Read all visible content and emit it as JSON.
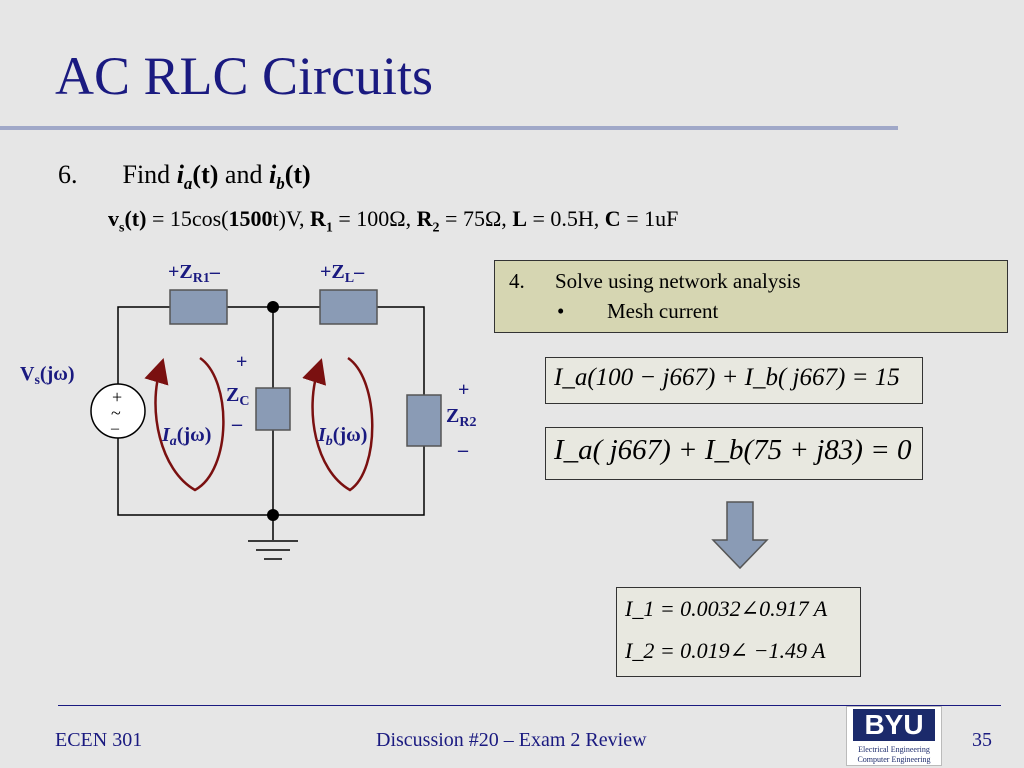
{
  "slide": {
    "title": "AC RLC Circuits",
    "item_number": "6.",
    "item_find": "Find",
    "item_and": "and",
    "given": {
      "vs_text": "= 15cos(",
      "vs_freq": "1500",
      "vs_tail": "t)V,",
      "r1": "= 100Ω,",
      "r2": "= 75Ω,",
      "l": "= 0.5H,",
      "c": "= 1uF"
    }
  },
  "steps_box": {
    "num": "4.",
    "text": "Solve using network analysis",
    "bullet": "•",
    "sub": "Mesh current"
  },
  "circuit": {
    "zr1_label": "+Z",
    "zr1_sub": "R1",
    "zl_label": "+Z",
    "zl_sub": "L",
    "zc_label": "Z",
    "zc_sub": "C",
    "zr2_label": "Z",
    "zr2_sub": "R2",
    "plus": "+",
    "minus": "–",
    "vs_label": "V",
    "vs_sub": "s",
    "vs_arg": "(jω)",
    "ia_label": "I",
    "ia_sub": "a",
    "ia_arg": "(jω)",
    "ib_label": "I",
    "ib_sub": "b",
    "ib_arg": "(jω)",
    "tilde": "~"
  },
  "equations": {
    "eq1": "I_a(100 − j667) + I_b( j667) = 15",
    "eq2": "I_a( j667) + I_b(75 + j83) = 0",
    "result1": "I_1 = 0.0032∠0.917 A",
    "result2": "I_2 = 0.019∠ −1.49 A"
  },
  "footer": {
    "course": "ECEN 301",
    "center": "Discussion #20 – Exam 2 Review",
    "page": "35",
    "logo_text": "BYU",
    "logo_line1": "Electrical Engineering",
    "logo_line2": "Computer Engineering"
  },
  "colors": {
    "title": "#1a1a80",
    "component_fill": "#8a9bb5",
    "loop_arrow": "#7a1010",
    "steps_bg": "#d6d6b2"
  }
}
